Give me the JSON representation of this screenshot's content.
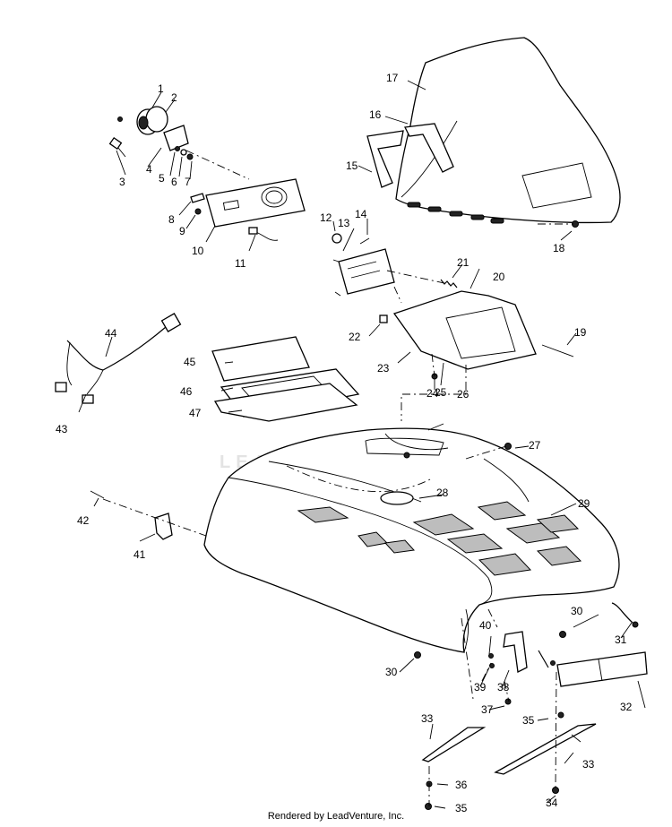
{
  "watermark": "LEADVENTURE",
  "footer": "Rendered by LeadVenture, Inc.",
  "callouts": [
    "1",
    "2",
    "3",
    "4",
    "5",
    "6",
    "7",
    "8",
    "9",
    "10",
    "11",
    "12",
    "13",
    "14",
    "15",
    "16",
    "17",
    "18",
    "19",
    "20",
    "21",
    "22",
    "23",
    "24",
    "25",
    "26",
    "27",
    "28",
    "29",
    "30",
    "30",
    "31",
    "32",
    "33",
    "33",
    "34",
    "35",
    "35",
    "36",
    "37",
    "38",
    "39",
    "40",
    "41",
    "42",
    "43",
    "44",
    "45",
    "46",
    "47"
  ]
}
